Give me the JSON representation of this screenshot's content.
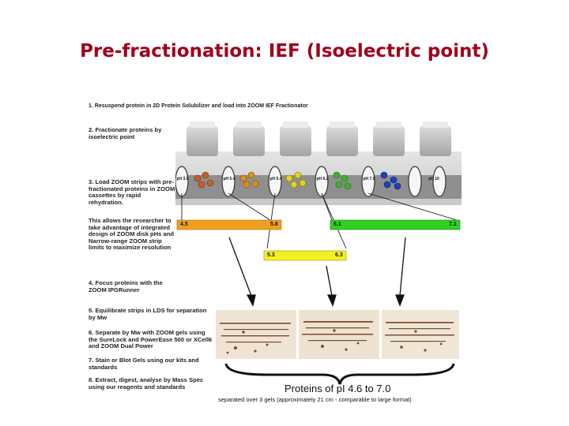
{
  "title": "Pre-fractionation: IEF (Isoelectric point)",
  "steps": [
    "1. Resuspend protein in 2D Protein Solubilizer and load into ZOOM IEF Fractionator",
    "2. Fractionate proteins by isoelectric point",
    "3. Load ZOOM strips with pre-fractionated proteins in ZOOM cassettes by rapid rehydration.",
    "This allows the researcher to take advantage of integrated design of ZOOM disk pHs and Narrow-range ZOOM strip limits to maximize resolution",
    "4. Focus proteins with the ZOOM IPGRunner",
    "5. Equilibrate strips in LDS for separation by Mw",
    "6. Separate by Mw with ZOOM gels using the SureLock and PowerEase 500 or XCell6 and ZOOM Dual Power",
    "7. Stain or Blot Gels using our kits and standards",
    "8. Extract, digest, analyse by Mass Spec using our reagents and standards"
  ],
  "fractions": [
    {
      "label": "pH 3.0",
      "color": "#c0602a"
    },
    {
      "label": "pH 5.4",
      "color": "#d99020"
    },
    {
      "label": "pH 5.4",
      "color": "#e8d020"
    },
    {
      "label": "pH 6.2",
      "color": "#40b030"
    },
    {
      "label": "pH 7.0",
      "color": "#2040c0"
    },
    {
      "label": "pH 10",
      "color": "#ffffff"
    }
  ],
  "strips": [
    {
      "start": "4.5",
      "end": "5.8",
      "color": "#f0a020"
    },
    {
      "start": "6.1",
      "end": "7.1",
      "color": "#30d020"
    },
    {
      "start": "5.3",
      "end": "6.3",
      "color": "#f4f020"
    }
  ],
  "caption": {
    "main": "Proteins of pI 4.6 to 7.0",
    "sub": "separated over 3 gels (approximately 21 cm - comparable to large format)"
  },
  "colors": {
    "title": "#a1001c"
  }
}
